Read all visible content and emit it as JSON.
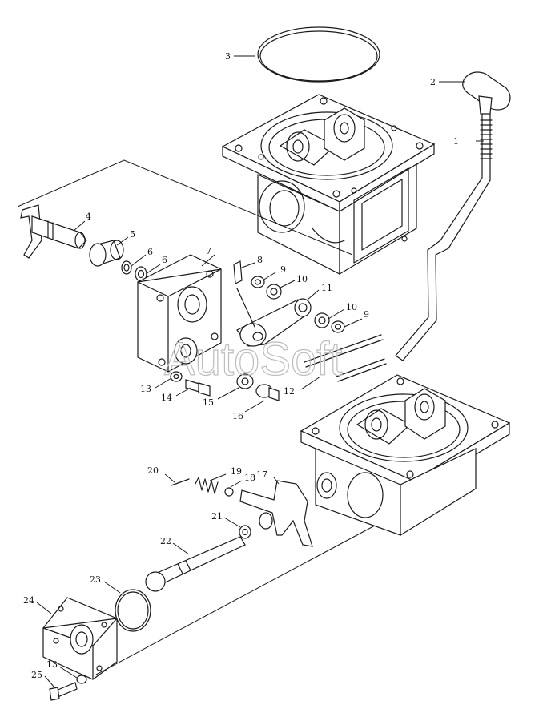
{
  "watermark": "AutoSoft",
  "callouts": [
    {
      "id": "c1",
      "text": "1"
    },
    {
      "id": "c2",
      "text": "2"
    },
    {
      "id": "c3",
      "text": "3"
    },
    {
      "id": "c4",
      "text": "4"
    },
    {
      "id": "c5",
      "text": "5"
    },
    {
      "id": "c6a",
      "text": "6"
    },
    {
      "id": "c6b",
      "text": "6"
    },
    {
      "id": "c7",
      "text": "7"
    },
    {
      "id": "c8",
      "text": "8"
    },
    {
      "id": "c9a",
      "text": "9"
    },
    {
      "id": "c10a",
      "text": "10"
    },
    {
      "id": "c11",
      "text": "11"
    },
    {
      "id": "c10b",
      "text": "10"
    },
    {
      "id": "c9b",
      "text": "9"
    },
    {
      "id": "c12",
      "text": "12"
    },
    {
      "id": "c13a",
      "text": "13"
    },
    {
      "id": "c14",
      "text": "14"
    },
    {
      "id": "c15",
      "text": "15"
    },
    {
      "id": "c16",
      "text": "16"
    },
    {
      "id": "c20",
      "text": "20"
    },
    {
      "id": "c19",
      "text": "19"
    },
    {
      "id": "c18",
      "text": "18"
    },
    {
      "id": "c17",
      "text": "17"
    },
    {
      "id": "c21",
      "text": "21"
    },
    {
      "id": "c22",
      "text": "22"
    },
    {
      "id": "c23",
      "text": "23"
    },
    {
      "id": "c24",
      "text": "24"
    },
    {
      "id": "c13b",
      "text": "13"
    },
    {
      "id": "c25",
      "text": "25"
    }
  ]
}
